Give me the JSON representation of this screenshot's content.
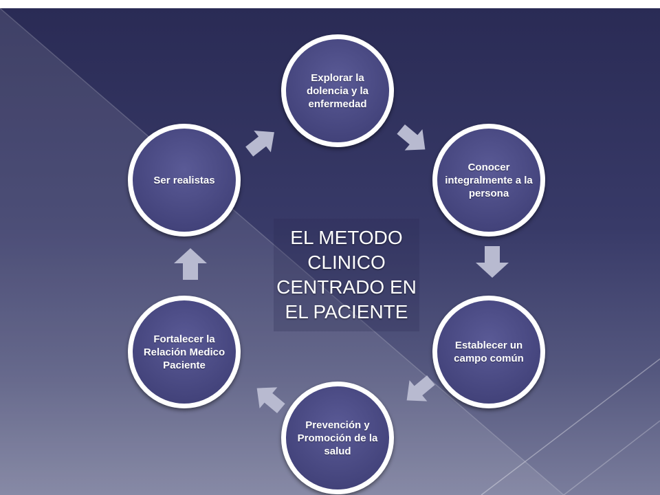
{
  "diagram": {
    "center_title": "EL METODO\nCLINICO\nCENTRADO EN\nEL PACIENTE",
    "nodes": [
      {
        "id": "explorar",
        "label": "Explorar la dolencia y la enfermedad"
      },
      {
        "id": "conocer",
        "label": "Conocer integralmente a la persona"
      },
      {
        "id": "establecer",
        "label": "Establecer un campo común"
      },
      {
        "id": "prevencion",
        "label": "Prevención y Promoción de la salud"
      },
      {
        "id": "fortalecer",
        "label": "Fortalecer la Relación Medico Paciente"
      },
      {
        "id": "realistas",
        "label": "Ser realistas"
      }
    ],
    "colors": {
      "node_fill": "#44447c",
      "node_border": "#ffffff",
      "arrow_fill": "#b8bad0"
    }
  }
}
